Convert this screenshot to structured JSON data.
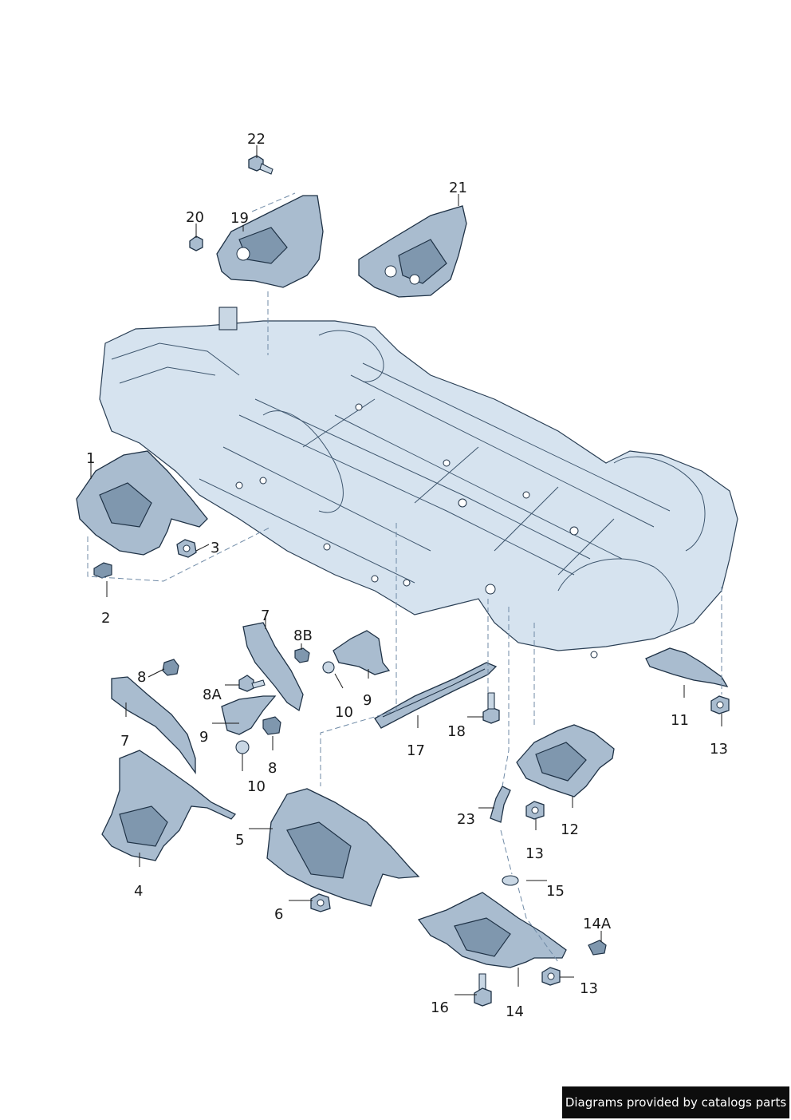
{
  "callouts": [
    {
      "id": "c1",
      "text": "1"
    },
    {
      "id": "c2",
      "text": "2"
    },
    {
      "id": "c3",
      "text": "3"
    },
    {
      "id": "c4",
      "text": "4"
    },
    {
      "id": "c5",
      "text": "5"
    },
    {
      "id": "c6",
      "text": "6"
    },
    {
      "id": "c7a",
      "text": "7"
    },
    {
      "id": "c7b",
      "text": "7"
    },
    {
      "id": "c8a",
      "text": "8"
    },
    {
      "id": "c8b",
      "text": "8"
    },
    {
      "id": "c8A",
      "text": "8A"
    },
    {
      "id": "c8B",
      "text": "8B"
    },
    {
      "id": "c9a",
      "text": "9"
    },
    {
      "id": "c9b",
      "text": "9"
    },
    {
      "id": "c10a",
      "text": "10"
    },
    {
      "id": "c10b",
      "text": "10"
    },
    {
      "id": "c11",
      "text": "11"
    },
    {
      "id": "c12",
      "text": "12"
    },
    {
      "id": "c13a",
      "text": "13"
    },
    {
      "id": "c13b",
      "text": "13"
    },
    {
      "id": "c13c",
      "text": "13"
    },
    {
      "id": "c14",
      "text": "14"
    },
    {
      "id": "c14A",
      "text": "14A"
    },
    {
      "id": "c15",
      "text": "15"
    },
    {
      "id": "c16",
      "text": "16"
    },
    {
      "id": "c17",
      "text": "17"
    },
    {
      "id": "c18",
      "text": "18"
    },
    {
      "id": "c19",
      "text": "19"
    },
    {
      "id": "c20",
      "text": "20"
    },
    {
      "id": "c21",
      "text": "21"
    },
    {
      "id": "c22",
      "text": "22"
    },
    {
      "id": "c23",
      "text": "23"
    }
  ],
  "credit": "Diagrams provided by catalogs parts",
  "colors": {
    "body": "#d6e3ef",
    "part": "#a9bccf",
    "part_dark": "#7f97ae",
    "outline": "#1f3246",
    "credit_bg": "#0d0d0d"
  }
}
